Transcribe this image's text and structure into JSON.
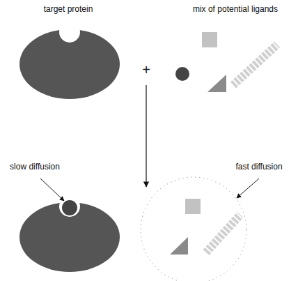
{
  "diagram": {
    "labels": [
      "target protein",
      "mix of potential ligands",
      "+",
      "slow diffusion",
      "fast diffusion"
    ]
  }
}
